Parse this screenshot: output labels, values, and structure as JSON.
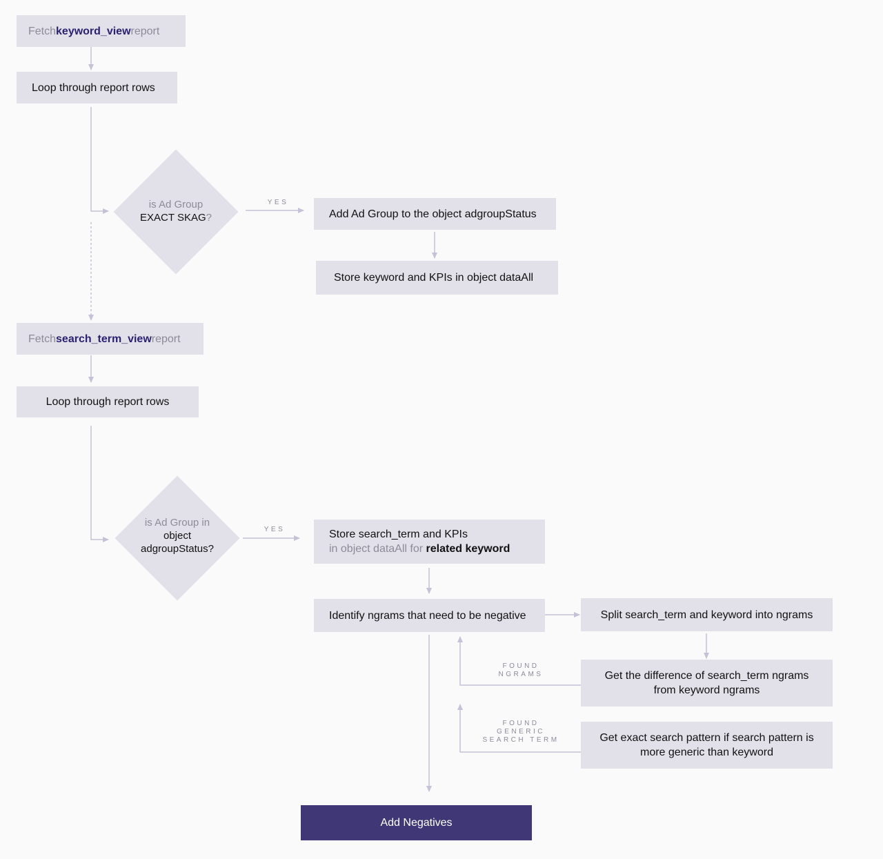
{
  "nodes": {
    "fetch_keyword": {
      "prefix": "Fetch ",
      "highlight": "keyword_view",
      "suffix": " report"
    },
    "loop_1": {
      "label": "Loop through report rows"
    },
    "decision_1": {
      "line1": "is Ad Group",
      "line2": "EXACT SKAG",
      "line2_suffix": "?"
    },
    "add_ad_group": {
      "label": "Add Ad Group to the object adgroupStatus"
    },
    "store_keyword": {
      "label": "Store keyword and KPIs in object dataAll"
    },
    "fetch_search_term": {
      "prefix": "Fetch ",
      "highlight": "search_term_view",
      "suffix": " report"
    },
    "loop_2": {
      "label": "Loop through report rows"
    },
    "decision_2": {
      "line1": "is Ad Group in",
      "line2": "object",
      "line3": "adgroupStatus?"
    },
    "store_search_term": {
      "line1": "Store search_term and KPIs",
      "line2_prefix": "in object dataAll for ",
      "line2_bold": "related keyword"
    },
    "identify_ngrams": {
      "label": "Identify ngrams that need to be negative"
    },
    "split_ngrams": {
      "label": "Split search_term and keyword into ngrams"
    },
    "difference": {
      "line1": "Get the difference of search_term ngrams",
      "line2": "from keyword ngrams"
    },
    "exact_pattern": {
      "line1": "Get exact search pattern if search pattern is",
      "line2": "more generic than keyword"
    },
    "add_negatives": {
      "label": "Add Negatives"
    }
  },
  "edge_labels": {
    "yes_1": "YES",
    "yes_2": "YES",
    "found_ngrams": [
      "FOUND",
      "NGRAMS"
    ],
    "found_generic": [
      "FOUND",
      "GENERIC",
      "SEARCH TERM"
    ]
  },
  "colors": {
    "background": "#fafafb",
    "box": "#e2e1ea",
    "text": "#111111",
    "muted_text": "#8d8b98",
    "accent_text": "#2b2170",
    "final_box": "#3f3776",
    "connector": "#c4c2d6"
  }
}
